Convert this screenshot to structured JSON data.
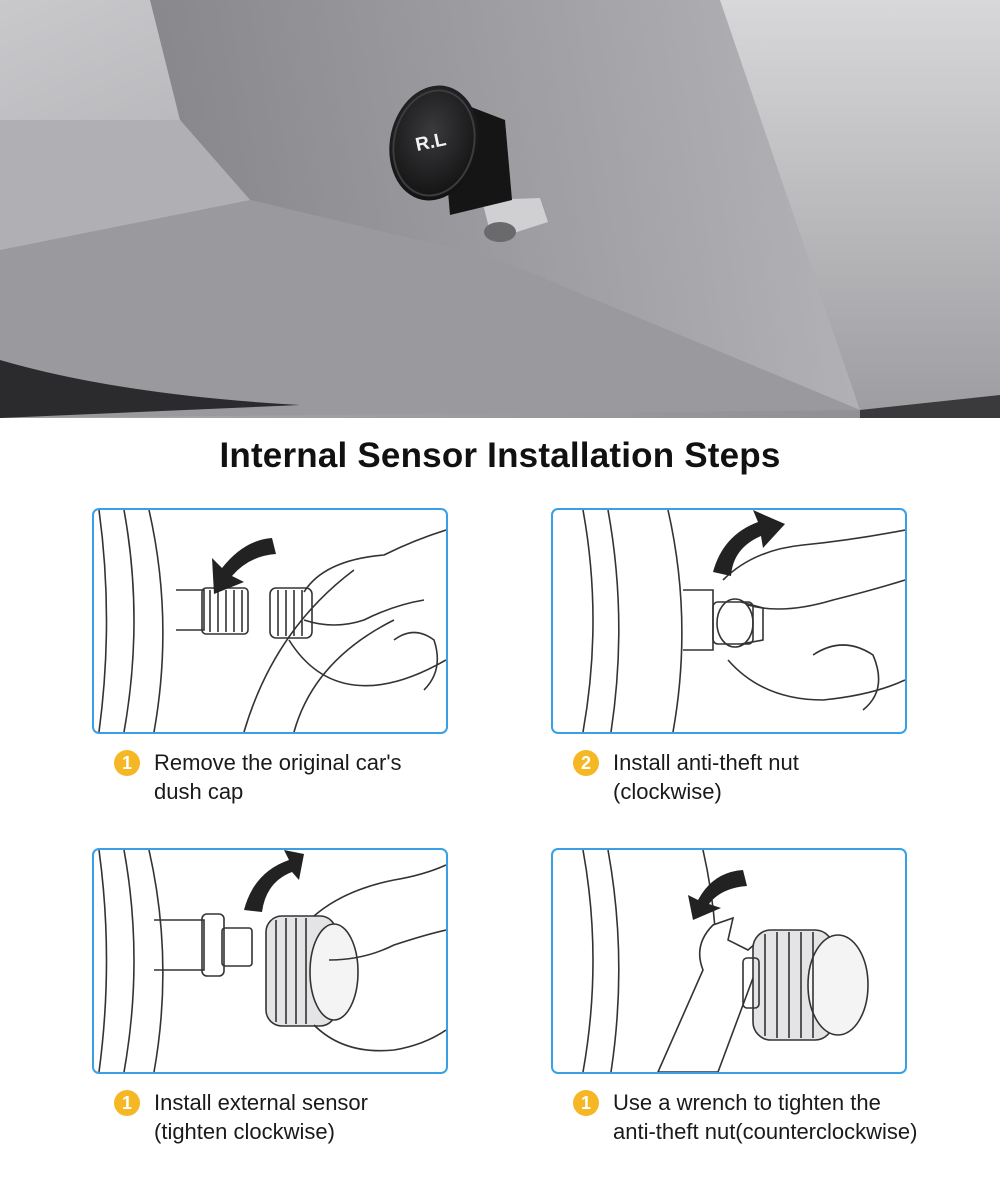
{
  "hero": {
    "sensor_label": "R.L"
  },
  "title": "Internal Sensor Installation Steps",
  "steps": [
    {
      "number": "1",
      "line1": "Remove the original car's",
      "line2": "dush cap",
      "icon": "remove-cap-illustration"
    },
    {
      "number": "2",
      "line1": "Install anti-theft nut",
      "line2": " (clockwise)",
      "icon": "install-nut-illustration"
    },
    {
      "number": "1",
      "line1": "Install external sensor",
      "line2": "(tighten clockwise)",
      "icon": "install-sensor-illustration"
    },
    {
      "number": "1",
      "line1": "Use a wrench to tighten the",
      "line2": "anti-theft nut(counterclockwise)",
      "icon": "wrench-illustration"
    }
  ],
  "colors": {
    "panel_border": "#3aa0e6",
    "badge": "#f5b724",
    "arrow": "#222222"
  }
}
